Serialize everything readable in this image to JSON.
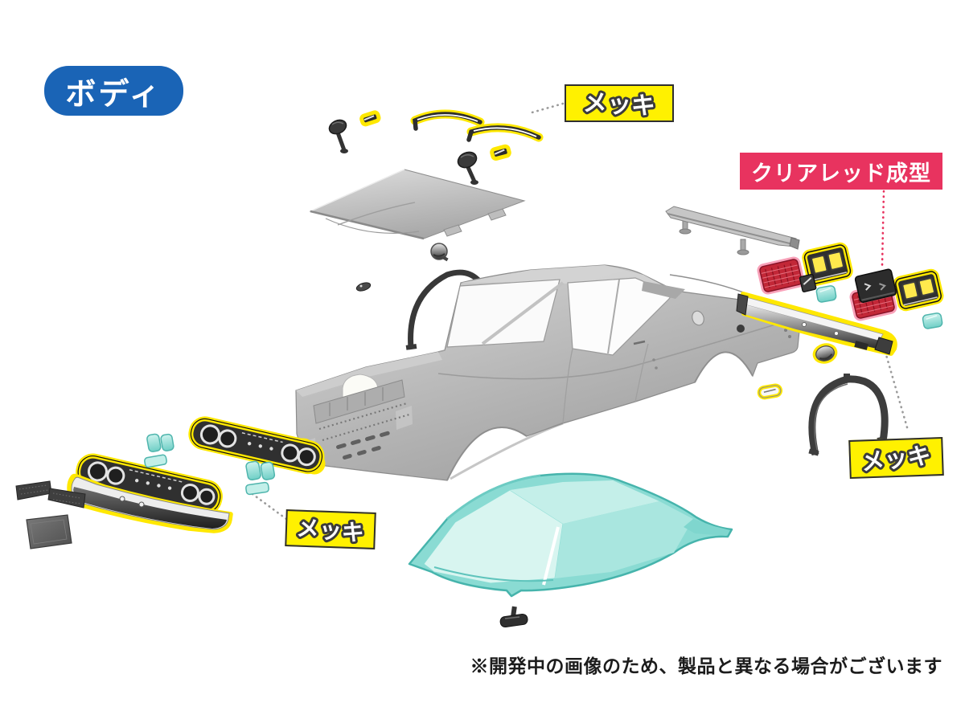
{
  "page": {
    "background": "#ffffff"
  },
  "callouts": {
    "body_tag": {
      "text": "ボディ",
      "bg": "#1a64b6",
      "fg": "#ffffff"
    },
    "plated_top": {
      "text": "メッキ",
      "bg": "#fff100",
      "fg": "#ffffff",
      "outline": "#3b3b3b",
      "border": "#2f2f2f"
    },
    "plated_right": {
      "text": "メッキ",
      "bg": "#fff100",
      "fg": "#ffffff",
      "outline": "#3b3b3b",
      "border": "#2f2f2f"
    },
    "plated_front": {
      "text": "メッキ",
      "bg": "#fff100",
      "fg": "#ffffff",
      "outline": "#3b3b3b",
      "border": "#2f2f2f"
    },
    "clear_red": {
      "text": "クリアレッド成型",
      "bg": "#e8335f",
      "fg": "#ffffff"
    }
  },
  "footnote": {
    "text": "※開発中の画像のため、製品と異なる場合がございます",
    "fg": "#1c1c1c"
  },
  "palette": {
    "highlight_plated": "#ffe800",
    "highlight_clear_red": "#f791ad",
    "clear_teal": "#8adbd3",
    "body_gray": "#b9b9b9",
    "dark_parts": "#3a3a3a",
    "chrome_light": "#f2f2f2"
  },
  "parts": [
    {
      "name": "wiper-blades",
      "finish": "plated"
    },
    {
      "name": "door-handles",
      "finish": "plated"
    },
    {
      "name": "door-mirrors",
      "finish": "black"
    },
    {
      "name": "hood-panel",
      "finish": "gray"
    },
    {
      "name": "roll-bar",
      "finish": "black"
    },
    {
      "name": "body-shell",
      "finish": "gray"
    },
    {
      "name": "rear-spoiler",
      "finish": "gray"
    },
    {
      "name": "tail-lamp-bezels",
      "finish": "plated"
    },
    {
      "name": "tail-lamp-lenses",
      "finish": "clear-red"
    },
    {
      "name": "rear-garnish",
      "finish": "black"
    },
    {
      "name": "rear-bumper",
      "finish": "plated"
    },
    {
      "name": "fuel-cap-cover",
      "finish": "plated"
    },
    {
      "name": "license-lamp",
      "finish": "plated"
    },
    {
      "name": "rear-fender-trim",
      "finish": "black"
    },
    {
      "name": "headlight-panels",
      "finish": "plated"
    },
    {
      "name": "headlight-rims",
      "finish": "plated"
    },
    {
      "name": "front-bumper",
      "finish": "plated"
    },
    {
      "name": "signal-lenses",
      "finish": "clear-teal"
    },
    {
      "name": "under-plates",
      "finish": "black"
    },
    {
      "name": "window-unit",
      "finish": "clear-teal"
    },
    {
      "name": "room-mirror",
      "finish": "black"
    }
  ]
}
